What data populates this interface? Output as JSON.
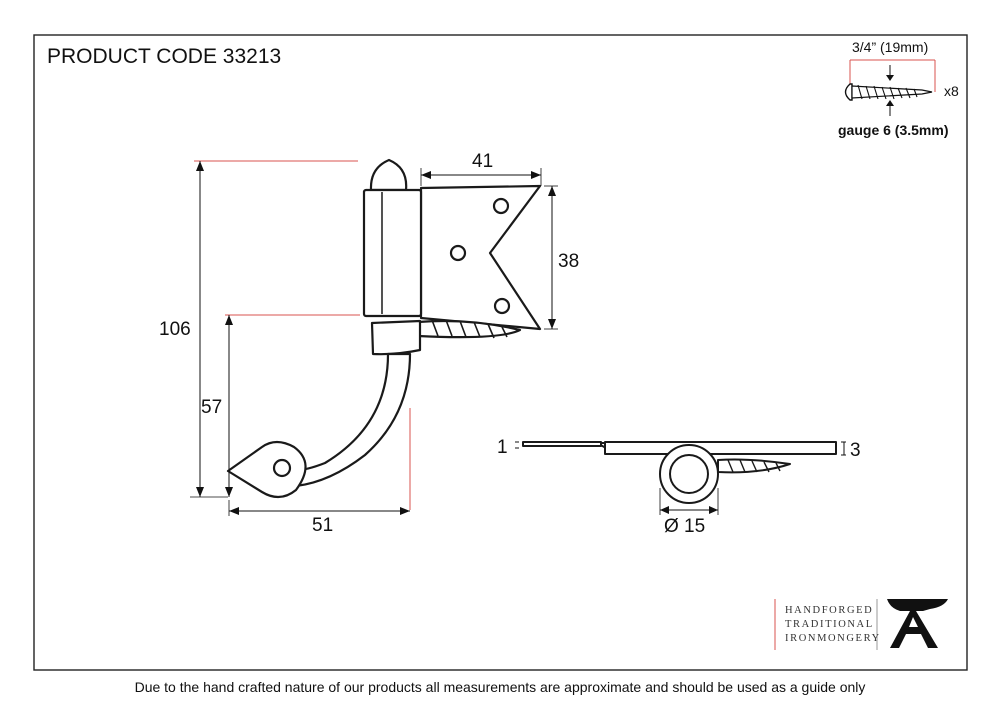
{
  "header": {
    "title": "PRODUCT CODE 33213"
  },
  "screw": {
    "length": "3/4” (19mm)",
    "quantity": "x8",
    "gauge": "gauge 6 (3.5mm)"
  },
  "dimensions": {
    "plate_width": "41",
    "plate_height": "38",
    "total_height": "106",
    "lower_height": "57",
    "hook_width": "51",
    "plate_thickness": "1",
    "side_thickness": "3",
    "diameter": "Ø 15"
  },
  "brand": {
    "line1": "HANDFORGED",
    "line2": "TRADITIONAL",
    "line3": "IRONMONGERY",
    "logo_letter": "A"
  },
  "footer": {
    "disclaimer": "Due to the hand crafted nature of our products all measurements are approximate and should be used as a guide only"
  },
  "colors": {
    "outline": "#1a1a1a",
    "guide_red": "#d9534f",
    "border": "#222222"
  }
}
